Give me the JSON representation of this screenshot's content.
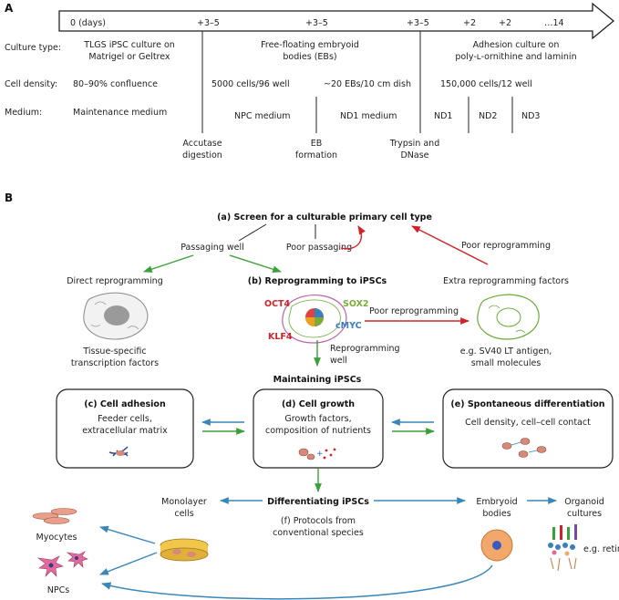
{
  "panel_a": {
    "label": "A",
    "timeline": [
      "0 (days)",
      "+3–5",
      "+3–5",
      "+3–5",
      "+2",
      "+2",
      "…14"
    ],
    "rows": {
      "culture_type": {
        "label": "Culture type:",
        "c1a": "TLGS iPSC culture on",
        "c1b": "Matrigel or Geltrex",
        "c2a": "Free-floating embryoid",
        "c2b": "bodies (EBs)",
        "c3a": "Adhesion culture on",
        "c3b": "poly-ʟ-ornithine and laminin"
      },
      "cell_density": {
        "label": "Cell density:",
        "c1": "80–90% confluence",
        "c2": "5000 cells/96 well",
        "c3": "~20 EBs/10 cm dish",
        "c4": "150,000 cells/12 well"
      },
      "medium": {
        "label": "Medium:",
        "c1": "Maintenance medium",
        "c2": "NPC medium",
        "c3": "ND1 medium",
        "c4": "ND1",
        "c5": "ND2",
        "c6": "ND3"
      }
    },
    "events": {
      "accutase_a": "Accutase",
      "accutase_b": "digestion",
      "eb_a": "EB",
      "eb_b": "formation",
      "trypsin_a": "Trypsin and",
      "trypsin_b": "DNase"
    }
  },
  "panel_b": {
    "label": "B",
    "screen": "(a) Screen for a culturable primary cell type",
    "passaging_well": "Passaging well",
    "poor_passaging": "Poor passaging",
    "poor_reprogramming_top": "Poor reprogramming",
    "direct_reprogramming": "Direct reprogramming",
    "reprogramming_to_ipscs": "(b) Reprogramming to iPSCs",
    "extra_factors": "Extra reprogramming factors",
    "tissue_specific_a": "Tissue-specific",
    "tissue_specific_b": "transcription factors",
    "factors": {
      "oct4": "OCT4",
      "sox2": "SOX2",
      "klf4": "KLF4",
      "cmyc": "cMYC"
    },
    "poor_reprogramming_mid": "Poor reprogramming",
    "eg_sv40_a": "e.g. SV40 LT antigen,",
    "eg_sv40_b": "small molecules",
    "reprogramming_well_a": "Reprogramming",
    "reprogramming_well_b": "well",
    "maintaining": "Maintaining iPSCs",
    "cell_adhesion": {
      "title": "(c) Cell adhesion",
      "l1": "Feeder cells,",
      "l2": "extracellular matrix"
    },
    "cell_growth": {
      "title": "(d) Cell growth",
      "l1": "Growth factors,",
      "l2": "composition of nutrients"
    },
    "spontaneous": {
      "title": "(e) Spontaneous differentiation",
      "l1": "Cell density, cell–cell contact"
    },
    "differentiating": "Differentiating iPSCs",
    "protocols_a": "(f) Protocols from",
    "protocols_b": "conventional species",
    "monolayer_a": "Monolayer",
    "monolayer_b": "cells",
    "embryoid_a": "Embryoid",
    "embryoid_b": "bodies",
    "organoid_a": "Organoid",
    "organoid_b": "cultures",
    "eg_retina": "e.g. retina",
    "myocytes": "Myocytes",
    "npcs": "NPCs"
  },
  "colors": {
    "green": "#3aa03a",
    "red": "#d2232a",
    "blue": "#3a86b8",
    "sox2": "#7cab3c",
    "cmyc": "#3a7fc0"
  }
}
